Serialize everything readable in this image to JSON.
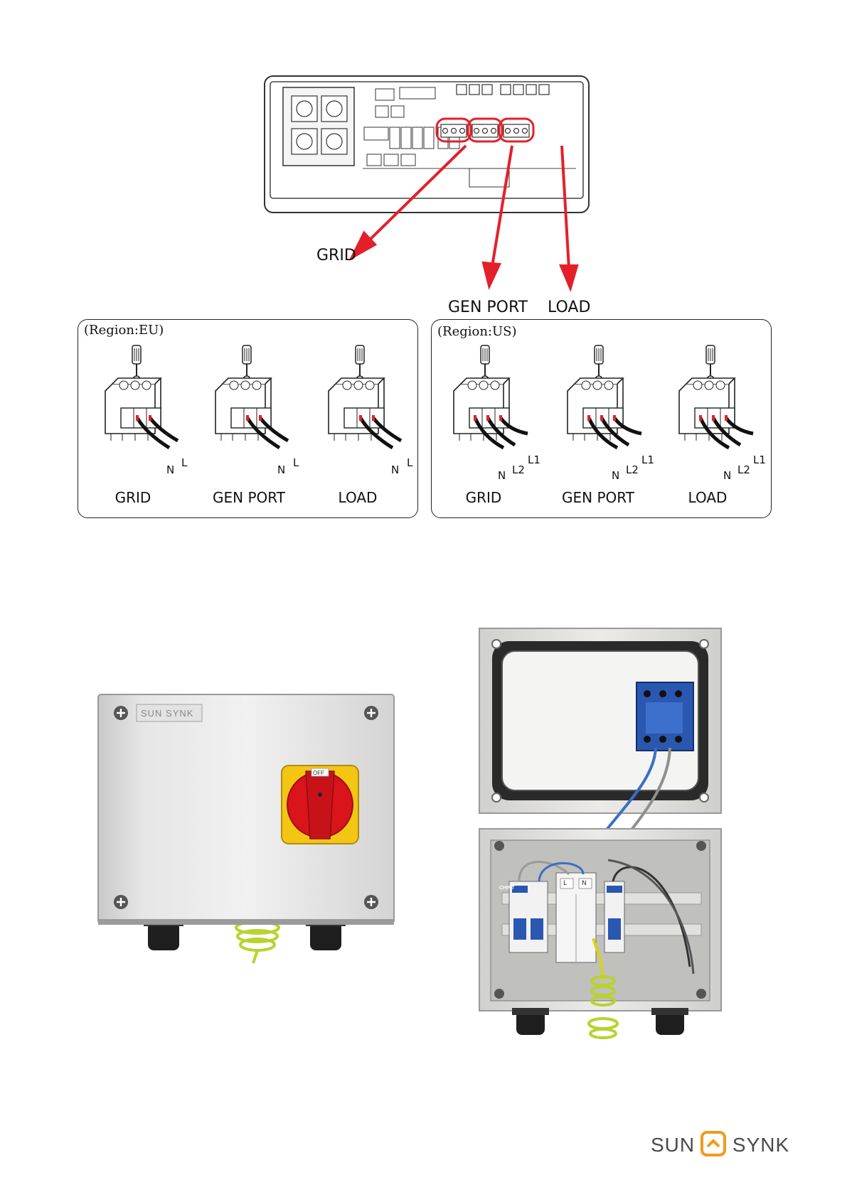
{
  "callouts": {
    "grid": "GRID",
    "gen_port": "GEN PORT",
    "load": "LOAD"
  },
  "panels": [
    {
      "region": "(Region:EU)",
      "terminals": [
        {
          "label": "GRID",
          "wires": [
            "N",
            "L"
          ]
        },
        {
          "label": "GEN PORT",
          "wires": [
            "N",
            "L"
          ]
        },
        {
          "label": "LOAD",
          "wires": [
            "N",
            "L"
          ]
        }
      ]
    },
    {
      "region": "(Region:US)",
      "terminals": [
        {
          "label": "GRID",
          "wires": [
            "N",
            "L2",
            "L1"
          ]
        },
        {
          "label": "GEN PORT",
          "wires": [
            "N",
            "L2",
            "L1"
          ]
        },
        {
          "label": "LOAD",
          "wires": [
            "N",
            "L2",
            "L1"
          ]
        }
      ]
    }
  ],
  "isolator": {
    "brand": "SUN SYNK",
    "switch_state": "OFF"
  },
  "breaker_box": {
    "brand": "CHINT",
    "spd_terminals": [
      "L",
      "N"
    ]
  },
  "footer": {
    "brand": "SUN SYNK"
  },
  "colors": {
    "callout_red": "#e3202a",
    "switch_red": "#d9141b",
    "switch_yellow": "#f3c614",
    "wire_blue": "#3b6fc4",
    "earth_green": "#b9d230",
    "logo_orange": "#f29a1b",
    "logo_grey": "#4a4a4a"
  }
}
